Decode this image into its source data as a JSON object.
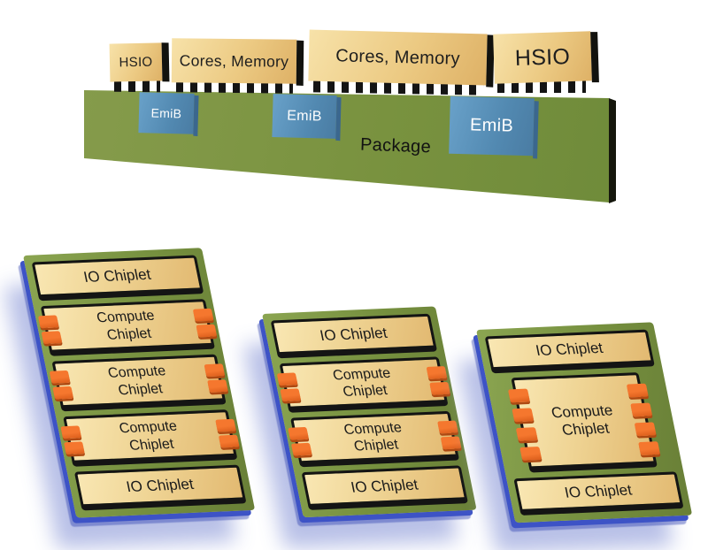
{
  "colors": {
    "package_green": "#79923f",
    "emib_blue": "#5289b1",
    "die_tan": "#ecca83",
    "connector_orange": "#ed6a1f",
    "board_edge_blue": "#3d53c6",
    "bump_black": "#141414",
    "label_dark": "#1c1c1c",
    "emib_text": "#ffffff"
  },
  "side_view": {
    "package_label": "Package",
    "chips": [
      {
        "label": "HSIO"
      },
      {
        "label": "Cores, Memory"
      },
      {
        "label": "Cores, Memory"
      },
      {
        "label": "HSIO"
      }
    ],
    "emib_blocks": [
      {
        "label": "EmiB"
      },
      {
        "label": "EmiB"
      },
      {
        "label": "EmiB"
      }
    ]
  },
  "boards": [
    {
      "chiplets": [
        "IO Chiplet",
        "Compute\nChiplet",
        "Compute\nChiplet",
        "Compute\nChiplet",
        "IO Chiplet"
      ]
    },
    {
      "chiplets": [
        "IO Chiplet",
        "Compute\nChiplet",
        "Compute\nChiplet",
        "IO Chiplet"
      ]
    },
    {
      "chiplets": [
        "IO Chiplet",
        "Compute\nChiplet",
        "IO Chiplet"
      ]
    }
  ]
}
